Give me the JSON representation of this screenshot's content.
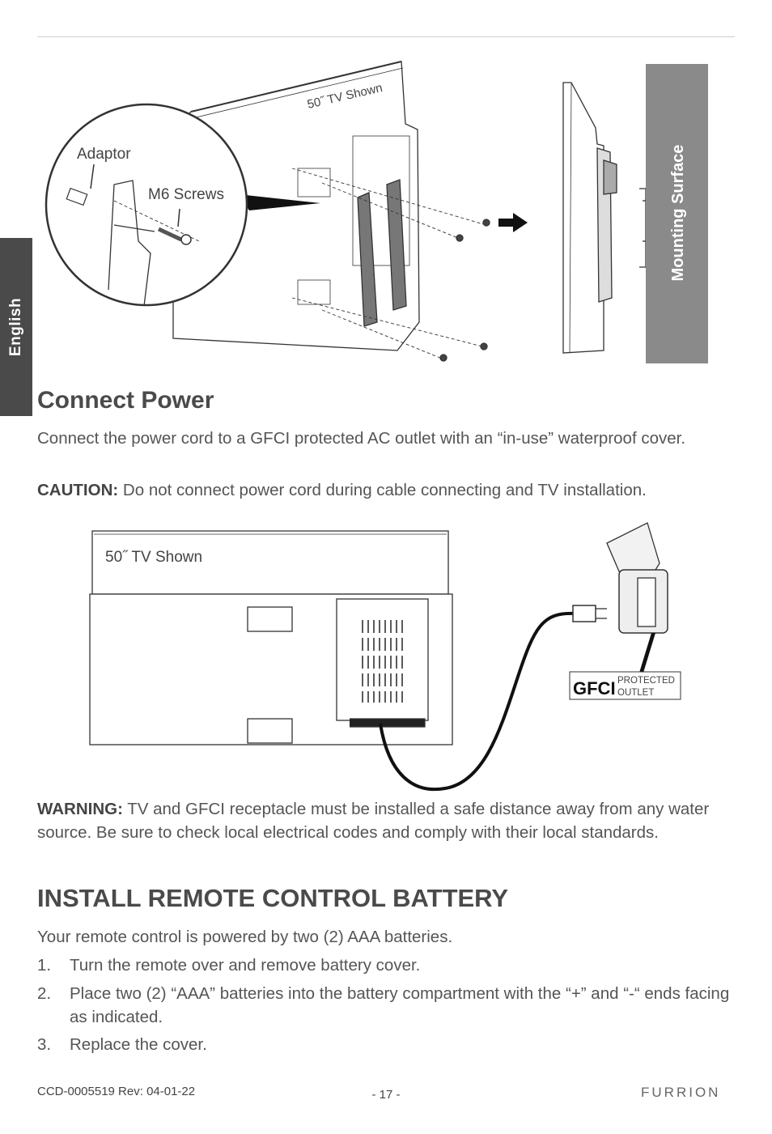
{
  "side_tab": {
    "label": "English"
  },
  "figure1": {
    "tv_label": "50˝ TV Shown",
    "callout_adaptor": "Adaptor",
    "callout_screws": "M6 Screws",
    "mounting_surface": "Mounting Surface"
  },
  "connect_power": {
    "heading": "Connect Power",
    "intro": "Connect the power cord to a GFCI protected AC outlet with an “in-use” waterproof cover.",
    "caution_label": "CAUTION:",
    "caution_text": " Do not connect power cord during cable connecting and TV installation."
  },
  "figure2": {
    "tv_label": "50˝ TV Shown",
    "gfci_label": "GFCI",
    "gfci_sub1": "PROTECTED",
    "gfci_sub2": "OUTLET"
  },
  "warning": {
    "label": "WARNING:",
    "text": " TV and GFCI receptacle must be installed a safe distance away from any water source. Be sure to check local electrical codes and comply with their local standards."
  },
  "battery": {
    "heading": "INSTALL REMOTE CONTROL BATTERY",
    "intro": "Your remote control is powered by two (2) AAA batteries.",
    "steps": [
      {
        "num": "1.",
        "text": "Turn the remote over and remove battery cover."
      },
      {
        "num": "2.",
        "text": "Place two (2) “AAA” batteries into the battery compartment with the “+” and “-“ ends facing as indicated."
      },
      {
        "num": "3.",
        "text": "Replace the cover."
      }
    ]
  },
  "footer": {
    "doc_id": "CCD-0005519 Rev: 04-01-22",
    "page": "- 17 -",
    "brand": "FURRION"
  }
}
